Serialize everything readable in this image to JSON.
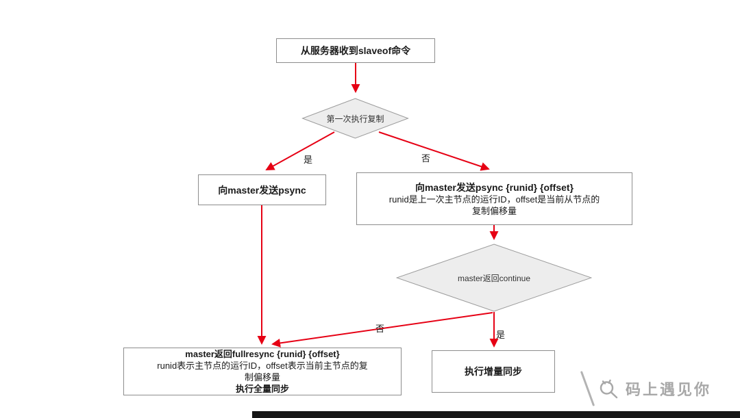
{
  "nodes": {
    "start": {
      "label": "从服务器收到slaveof命令"
    },
    "decision_first": {
      "label": "第一次执行复制"
    },
    "send_psync": {
      "label": "向master发送psync"
    },
    "send_psync_runid": {
      "title": "向master发送psync {runid} {offset}",
      "desc_line1": "runid是上一次主节点的运行ID，offset是当前从节点的",
      "desc_line2": "复制偏移量"
    },
    "decision_continue": {
      "label": "master返回continue"
    },
    "fullresync": {
      "title": "master返回fullresync {runid} {offset}",
      "desc_line1": "runid表示主节点的运行ID，offset表示当前主节点的复",
      "desc_line2": "制偏移量",
      "footer": "执行全量同步"
    },
    "incremental": {
      "label": "执行增量同步"
    }
  },
  "edges": {
    "first_yes": "是",
    "first_no": "否",
    "continue_no": "否",
    "continue_yes": "是"
  },
  "watermark": {
    "text": "码上遇见你"
  },
  "colors": {
    "arrow_red": "#e60014",
    "box_border": "#8c8c8c",
    "diamond_fill": "#ededed",
    "diamond_border": "#9b9b9b",
    "watermark_gray": "#a8a8a8",
    "bottom_bar": "#161616"
  }
}
